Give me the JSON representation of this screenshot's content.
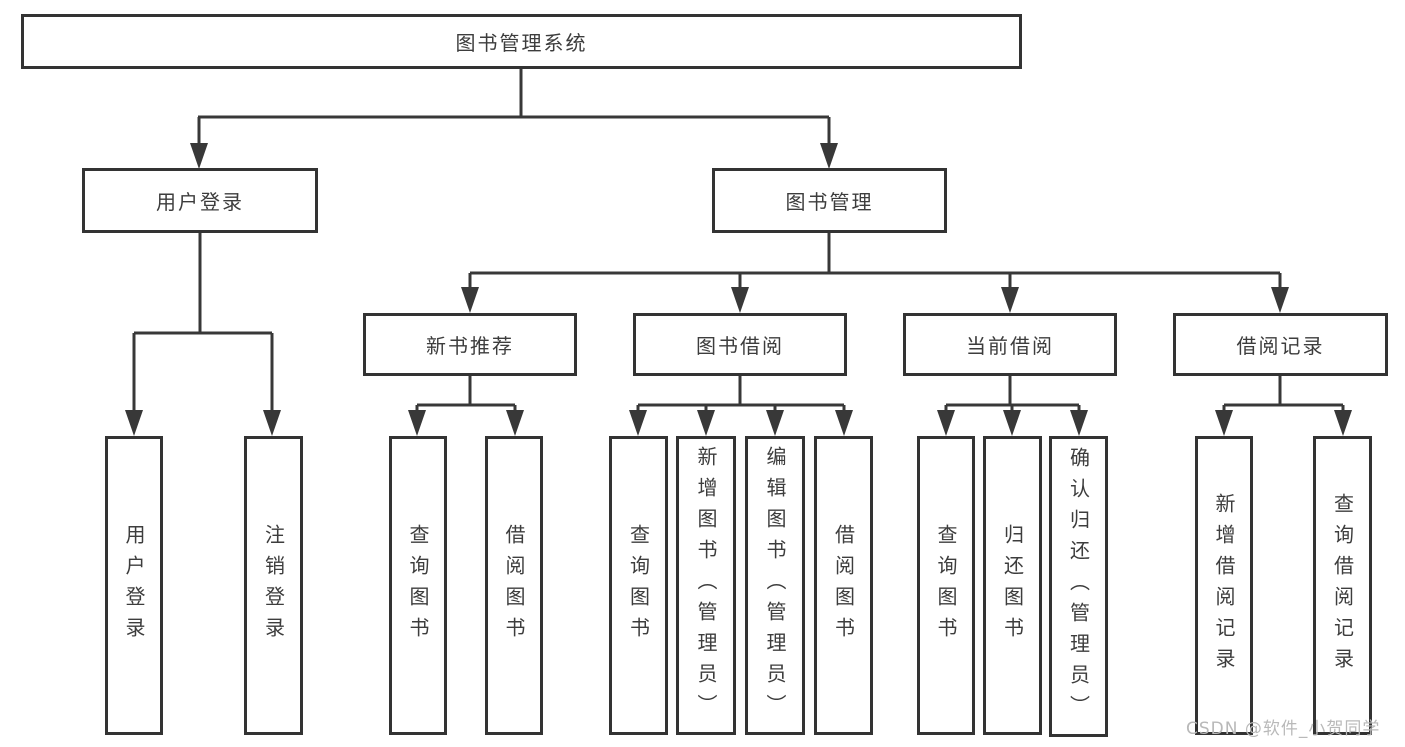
{
  "watermark": "CSDN @软件_小贺同学",
  "colors": {
    "line": "#383838",
    "box_border": "#333333",
    "text": "#3d3d3d",
    "background": "#ffffff",
    "watermark": "#b9b9b9"
  },
  "tree": {
    "root": {
      "label": "图书管理系统",
      "children": [
        {
          "label": "用户登录",
          "children": [
            {
              "label": "用户登录"
            },
            {
              "label": "注销登录"
            }
          ]
        },
        {
          "label": "图书管理",
          "children": [
            {
              "label": "新书推荐",
              "children": [
                {
                  "label": "查询图书"
                },
                {
                  "label": "借阅图书"
                }
              ]
            },
            {
              "label": "图书借阅",
              "children": [
                {
                  "label": "查询图书"
                },
                {
                  "label": "新增图书（管理员）"
                },
                {
                  "label": "编辑图书（管理员）"
                },
                {
                  "label": "借阅图书"
                }
              ]
            },
            {
              "label": "当前借阅",
              "children": [
                {
                  "label": "查询图书"
                },
                {
                  "label": "归还图书"
                },
                {
                  "label": "确认归还（管理员）"
                }
              ]
            },
            {
              "label": "借阅记录",
              "children": [
                {
                  "label": "新增借阅记录"
                },
                {
                  "label": "查询借阅记录"
                }
              ]
            }
          ]
        }
      ]
    }
  }
}
